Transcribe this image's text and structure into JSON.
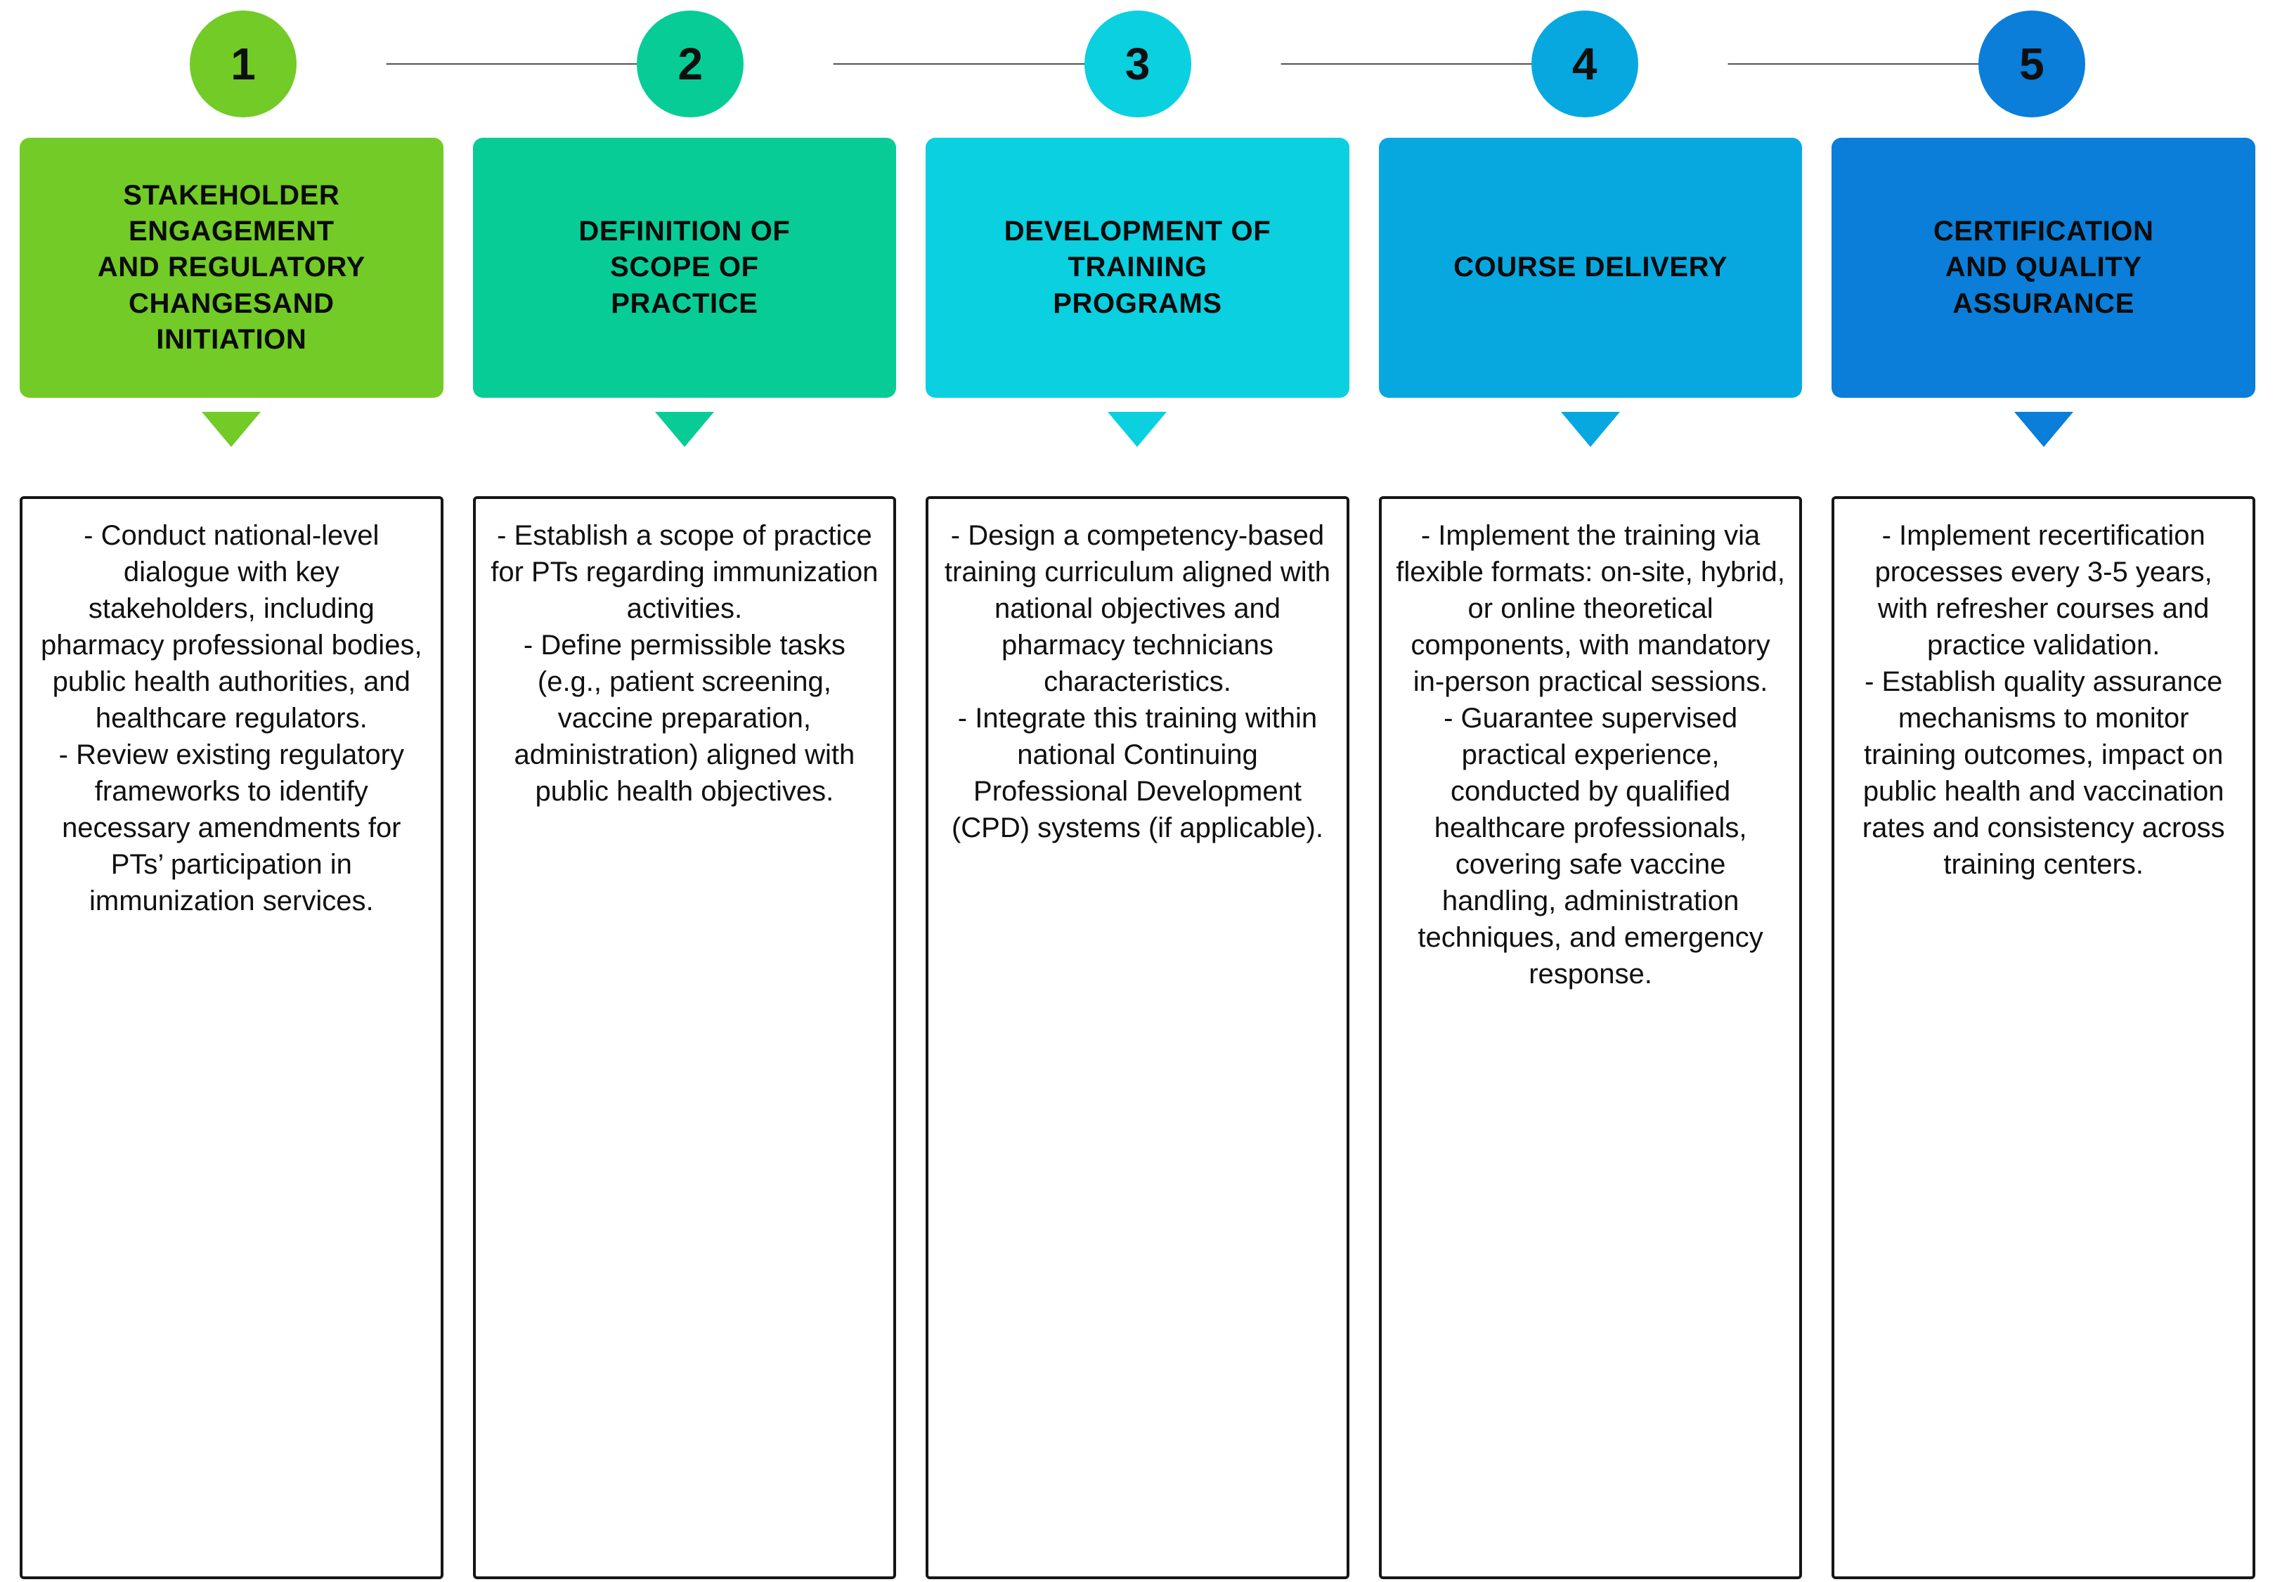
{
  "diagram": {
    "type": "horizontal-5-step-flowchart",
    "orientation": "left-to-right",
    "step_count": 5,
    "connector_icon": "right-arrow-icon",
    "caret_icon": "triangle-down-icon"
  },
  "steps": [
    {
      "number": "1",
      "color": "#72cb27",
      "title": "STAKEHOLDER\nENGAGEMENT\nAND REGULATORY\nCHANGESAND\nINITIATION",
      "body": "- Conduct national-level dialogue with key stakeholders, including pharmacy professional bodies, public health authorities, and healthcare regulators.\n- Review existing regulatory frameworks to identify necessary amendments for PTs’ participation in immunization services."
    },
    {
      "number": "2",
      "color": "#08cc96",
      "title": "DEFINITION OF\nSCOPE OF\nPRACTICE",
      "body": "- Establish a scope of practice for PTs regarding immunization activities.\n- Define permissible tasks (e.g., patient screening, vaccine preparation, administration) aligned with public health objectives."
    },
    {
      "number": "3",
      "color": "#0ad0e0",
      "title": "DEVELOPMENT OF\nTRAINING\nPROGRAMS",
      "body": "- Design a competency-based training curriculum aligned with national objectives and pharmacy technicians characteristics.\n- Integrate this training within national Continuing Professional Development (CPD) systems (if applicable)."
    },
    {
      "number": "4",
      "color": "#07a8e0",
      "title": "COURSE DELIVERY",
      "body": "- Implement the training via flexible formats: on-site, hybrid, or online theoretical components, with mandatory in-person practical sessions.\n- Guarantee supervised practical experience, conducted by qualified healthcare professionals, covering safe vaccine handling, administration techniques, and emergency response."
    },
    {
      "number": "5",
      "color": "#0a7ed9",
      "title": "CERTIFICATION\nAND QUALITY\nASSURANCE",
      "body": "- Implement recertification processes every 3-5 years, with refresher courses and practice validation.\n- Establish quality assurance mechanisms to monitor training outcomes, impact on public health and vaccination rates and consistency across training centers."
    }
  ],
  "palette": {
    "arrow": "#1a1a1a",
    "card_border": "#161616",
    "card_background": "#ffffff",
    "page_background": "#ffffff",
    "text": "#101010"
  }
}
